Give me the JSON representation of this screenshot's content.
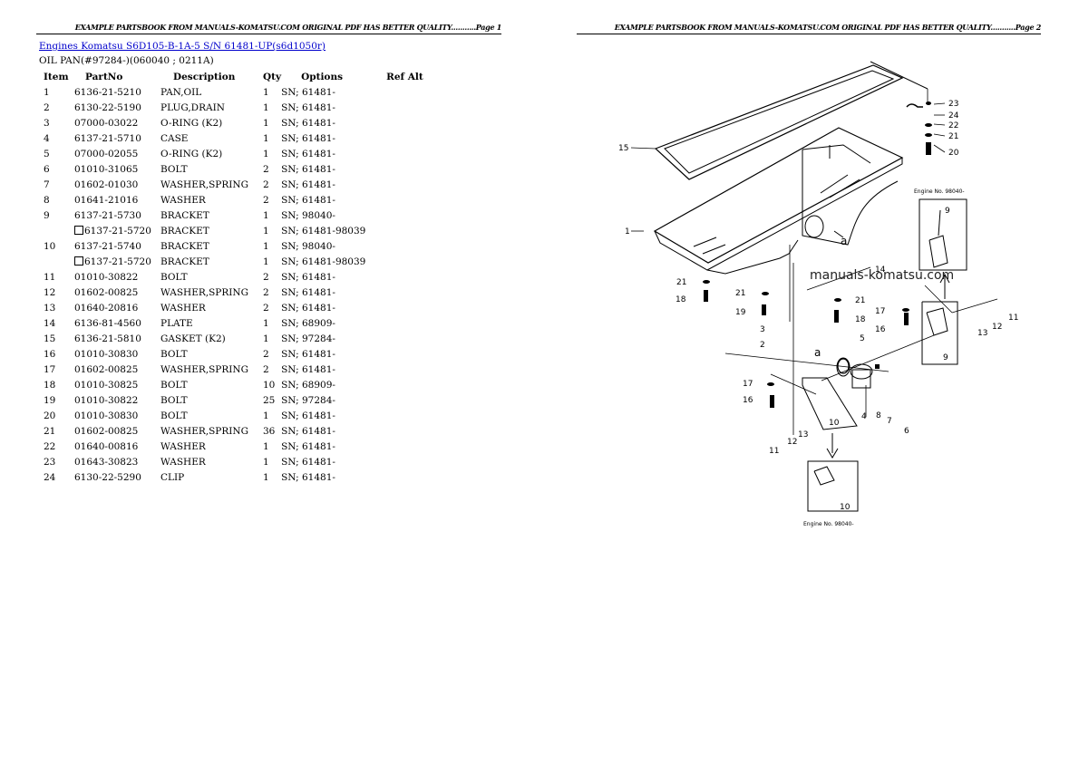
{
  "page1": {
    "header": "EXAMPLE PARTSBOOK FROM MANUALS-KOMATSU.COM ORIGINAL PDF HAS BETTER QUALITY...........Page 1",
    "breadcrumb": "Engines Komatsu  S6D105-B-1A-5 S/N  61481-UP(s6d1050r)",
    "section_title": "OIL PAN(#97284-)(060040 ; 0211A)",
    "table": {
      "columns": [
        "Item",
        "PartNo",
        "Description",
        "Qty",
        "Options",
        "Ref Alt"
      ],
      "rows": [
        {
          "item": "1",
          "part": "6136-21-5210",
          "desc": "PAN,OIL",
          "qty": "1",
          "opt": "SN; 61481-",
          "alt": false
        },
        {
          "item": "2",
          "part": "6130-22-5190",
          "desc": "PLUG,DRAIN",
          "qty": "1",
          "opt": "SN; 61481-",
          "alt": false
        },
        {
          "item": "3",
          "part": "07000-03022",
          "desc": "O-RING (K2)",
          "qty": "1",
          "opt": "SN; 61481-",
          "alt": false
        },
        {
          "item": "4",
          "part": "6137-21-5710",
          "desc": "CASE",
          "qty": "1",
          "opt": "SN; 61481-",
          "alt": false
        },
        {
          "item": "5",
          "part": "07000-02055",
          "desc": "O-RING (K2)",
          "qty": "1",
          "opt": "SN; 61481-",
          "alt": false
        },
        {
          "item": "6",
          "part": "01010-31065",
          "desc": "BOLT",
          "qty": "2",
          "opt": "SN; 61481-",
          "alt": false
        },
        {
          "item": "7",
          "part": "01602-01030",
          "desc": "WASHER,SPRING",
          "qty": "2",
          "opt": "SN; 61481-",
          "alt": false
        },
        {
          "item": "8",
          "part": "01641-21016",
          "desc": "WASHER",
          "qty": "2",
          "opt": "SN; 61481-",
          "alt": false
        },
        {
          "item": "9",
          "part": "6137-21-5730",
          "desc": "BRACKET",
          "qty": "1",
          "opt": "SN; 98040-",
          "alt": false
        },
        {
          "item": "",
          "part": "6137-21-5720",
          "desc": "BRACKET",
          "qty": "1",
          "opt": "SN; 61481-98039",
          "alt": true
        },
        {
          "item": "10",
          "part": "6137-21-5740",
          "desc": "BRACKET",
          "qty": "1",
          "opt": "SN; 98040-",
          "alt": false
        },
        {
          "item": "",
          "part": "6137-21-5720",
          "desc": "BRACKET",
          "qty": "1",
          "opt": "SN; 61481-98039",
          "alt": true
        },
        {
          "item": "11",
          "part": "01010-30822",
          "desc": "BOLT",
          "qty": "2",
          "opt": "SN; 61481-",
          "alt": false
        },
        {
          "item": "12",
          "part": "01602-00825",
          "desc": "WASHER,SPRING",
          "qty": "2",
          "opt": "SN; 61481-",
          "alt": false
        },
        {
          "item": "13",
          "part": "01640-20816",
          "desc": "WASHER",
          "qty": "2",
          "opt": "SN; 61481-",
          "alt": false
        },
        {
          "item": "14",
          "part": "6136-81-4560",
          "desc": "PLATE",
          "qty": "1",
          "opt": "SN; 68909-",
          "alt": false
        },
        {
          "item": "15",
          "part": "6136-21-5810",
          "desc": "GASKET (K2)",
          "qty": "1",
          "opt": "SN; 97284-",
          "alt": false
        },
        {
          "item": "16",
          "part": "01010-30830",
          "desc": "BOLT",
          "qty": "2",
          "opt": "SN; 61481-",
          "alt": false
        },
        {
          "item": "17",
          "part": "01602-00825",
          "desc": "WASHER,SPRING",
          "qty": "2",
          "opt": "SN; 61481-",
          "alt": false
        },
        {
          "item": "18",
          "part": "01010-30825",
          "desc": "BOLT",
          "qty": "10",
          "opt": "SN; 68909-",
          "alt": false
        },
        {
          "item": "19",
          "part": "01010-30822",
          "desc": "BOLT",
          "qty": "25",
          "opt": "SN; 97284-",
          "alt": false
        },
        {
          "item": "20",
          "part": "01010-30830",
          "desc": "BOLT",
          "qty": "1",
          "opt": "SN; 61481-",
          "alt": false
        },
        {
          "item": "21",
          "part": "01602-00825",
          "desc": "WASHER,SPRING",
          "qty": "36",
          "opt": "SN; 61481-",
          "alt": false
        },
        {
          "item": "22",
          "part": "01640-00816",
          "desc": "WASHER",
          "qty": "1",
          "opt": "SN; 61481-",
          "alt": false
        },
        {
          "item": "23",
          "part": "01643-30823",
          "desc": "WASHER",
          "qty": "1",
          "opt": "SN; 61481-",
          "alt": false
        },
        {
          "item": "24",
          "part": "6130-22-5290",
          "desc": "CLIP",
          "qty": "1",
          "opt": "SN; 61481-",
          "alt": false
        }
      ]
    }
  },
  "page2": {
    "header": "EXAMPLE PARTSBOOK FROM MANUALS-KOMATSU.COM ORIGINAL PDF HAS BETTER QUALITY...........Page 2",
    "watermark": "manuals-komatsu.com",
    "diagram": {
      "inset_top_label": "Engine No. 98040-",
      "inset_bottom_label": "Engine No. 98040-",
      "callouts": [
        "1",
        "2",
        "3",
        "4",
        "5",
        "6",
        "7",
        "8",
        "9",
        "9",
        "10",
        "10",
        "11",
        "11",
        "12",
        "12",
        "13",
        "13",
        "14",
        "15",
        "16",
        "16",
        "17",
        "17",
        "18",
        "18",
        "19",
        "20",
        "21",
        "21",
        "21",
        "22",
        "23",
        "24",
        "a",
        "a"
      ]
    }
  },
  "colors": {
    "link": "#0000cc",
    "text": "#000000",
    "background": "#ffffff"
  }
}
